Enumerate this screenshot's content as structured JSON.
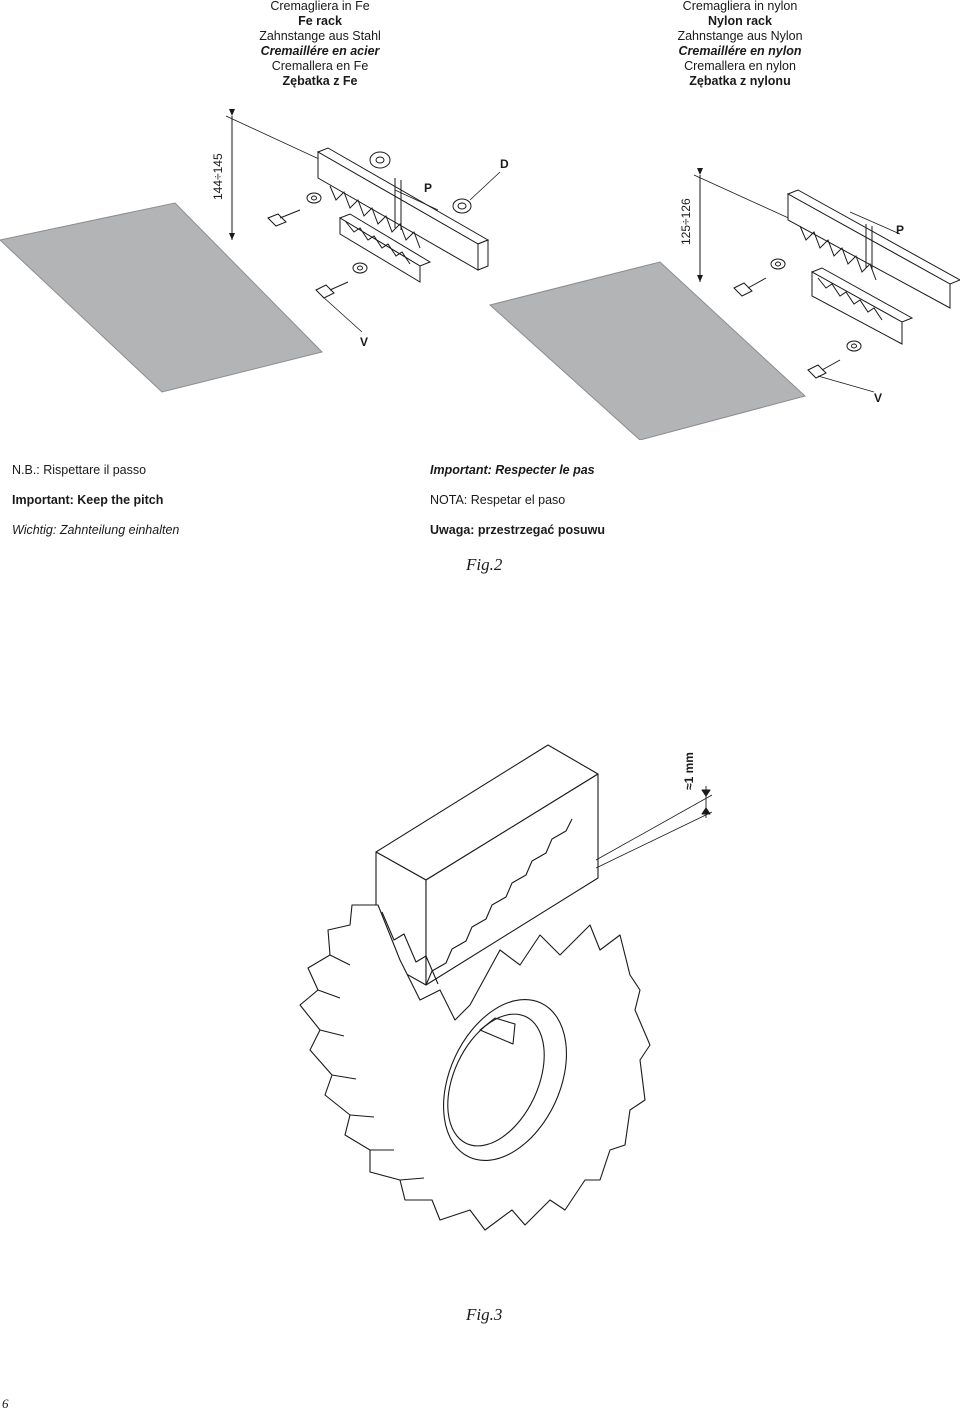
{
  "fe_header": {
    "line1": "Cremagliera in Fe",
    "line2": "Fe rack",
    "line3": "Zahnstange aus Stahl",
    "line4": "Cremaillére en acier",
    "line5": "Cremallera en Fe",
    "line6": "Zębatka z Fe"
  },
  "nylon_header": {
    "line1": "Cremagliera in nylon",
    "line2": "Nylon rack",
    "line3": "Zahnstange aus Nylon",
    "line4": "Cremaillére en nylon",
    "line5": "Cremallera en nylon",
    "line6": "Zębatka z nylonu"
  },
  "fig2_labels": {
    "dim_fe": "144÷145",
    "dim_nylon": "125÷126",
    "label_p_fe": "P",
    "label_p_nylon": "P",
    "label_d": "D",
    "label_v_fe": "V",
    "label_v_nylon": "V"
  },
  "notes_left": {
    "it": "N.B.: Rispettare il passo",
    "en": "Important: Keep the pitch",
    "de": "Wichtig: Zahnteilung einhalten"
  },
  "notes_right": {
    "fr": "Important: Respecter le pas",
    "es": "NOTA: Respetar el paso",
    "pl": "Uwaga: przestrzegać posuwu"
  },
  "fig2_caption": "Fig.2",
  "fig3_dim": "≈1 mm",
  "fig3_caption": "Fig.3",
  "page_number": "6",
  "colors": {
    "plate": "#b3b4b6",
    "line": "#1a1a1a"
  }
}
